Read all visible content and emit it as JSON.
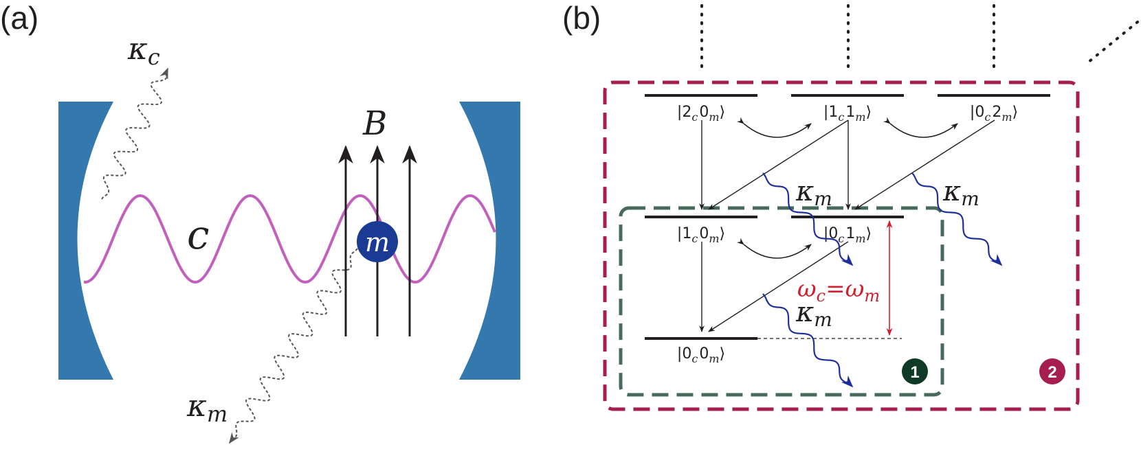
{
  "panels": {
    "a": "(a)",
    "b": "(b)"
  },
  "panel_a": {
    "kappa_c": "κ",
    "kappa_c_sub": "c",
    "kappa_m": "κ",
    "kappa_m_sub": "m",
    "field_label": "B",
    "cavity_label": "c",
    "magnon_label": "m"
  },
  "panel_b": {
    "levels": {
      "l20": {
        "a": "2",
        "b": "0"
      },
      "l11": {
        "a": "1",
        "b": "1"
      },
      "l02": {
        "a": "0",
        "b": "2"
      },
      "l10": {
        "a": "1",
        "b": "0"
      },
      "l01": {
        "a": "0",
        "b": "1"
      },
      "l00": {
        "a": "0",
        "b": "0"
      }
    },
    "sub_c": "c",
    "sub_m": "m",
    "kappa_m": "κ",
    "kappa_m_sub": "m",
    "resonance": {
      "lhs": "ω",
      "lhs_sub": "c",
      "eq": "=",
      "rhs": "ω",
      "rhs_sub": "m"
    },
    "badges": {
      "inner": "1",
      "outer": "2"
    }
  },
  "colors": {
    "mirror": "#3479ad",
    "cavity_mode": "#c260bd",
    "magnon": "#1b3a93",
    "outer_box": "#a61d4f",
    "inner_box": "#476a5a",
    "inner_badge": "#0e3a26",
    "decay_arrow": "#1f2f9a",
    "resonance": "#d0202f"
  }
}
